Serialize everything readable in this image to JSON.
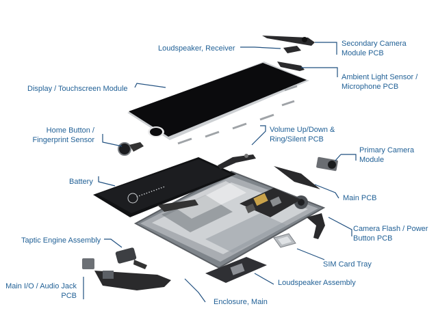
{
  "labels": {
    "loudspeaker_receiver": "Loudspeaker, Receiver",
    "secondary_camera_1": "Secondary Camera",
    "secondary_camera_2": "Module PCB",
    "ambient_light_1": "Ambient Light Sensor /",
    "ambient_light_2": "Microphone PCB",
    "display": "Display / Touchscreen Module",
    "home_button_1": "Home Button /",
    "home_button_2": "Fingerprint Sensor",
    "volume_1": "Volume Up/Down &",
    "volume_2": "Ring/Silent PCB",
    "primary_camera_1": "Primary Camera",
    "primary_camera_2": "Module",
    "battery": "Battery",
    "main_pcb": "Main PCB",
    "camera_flash_1": "Camera Flash / Power",
    "camera_flash_2": "Button PCB",
    "taptic": "Taptic Engine Assembly",
    "sim_tray": "SIM Card Tray",
    "main_io_1": "Main I/O / Audio Jack",
    "main_io_2": "PCB",
    "loudspeaker_assembly": "Loudspeaker Assembly",
    "enclosure": "Enclosure, Main"
  },
  "colors": {
    "label_text": "#1f5f95",
    "leader_line": "#1f4f7f",
    "display_black": "#0b0b0d",
    "enclosure_gray": "#8d9298",
    "battery_black": "#17181a",
    "pcb_dark": "#2a2a2c"
  }
}
